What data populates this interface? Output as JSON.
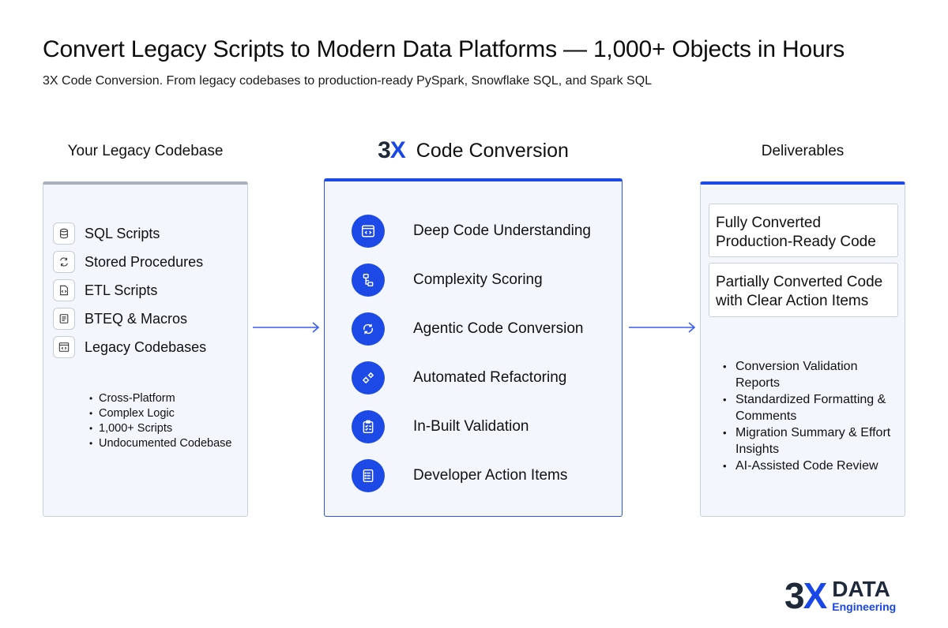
{
  "header": {
    "title": "Convert Legacy Scripts to Modern Data Platforms — 1,000+ Objects in Hours",
    "subtitle": "3X Code Conversion. From legacy codebases to production-ready PySpark, Snowflake SQL, and Spark SQL"
  },
  "left": {
    "heading": "Your Legacy Codebase",
    "items": [
      {
        "label": "SQL Scripts",
        "icon": "database-icon"
      },
      {
        "label": "Stored Procedures",
        "icon": "refresh-icon"
      },
      {
        "label": "ETL Scripts",
        "icon": "code-file-icon"
      },
      {
        "label": "BTEQ & Macros",
        "icon": "document-lines-icon"
      },
      {
        "label": "Legacy Codebases",
        "icon": "code-window-icon"
      }
    ],
    "bullets": [
      "Cross-Platform",
      "Complex Logic",
      "1,000+ Scripts",
      "Undocumented Codebase"
    ]
  },
  "middle": {
    "brand_mark": "3",
    "brand_mark_x": "X",
    "heading": "Code Conversion",
    "steps": [
      {
        "label": "Deep Code Understanding",
        "icon": "code-window-icon"
      },
      {
        "label": "Complexity Scoring",
        "icon": "hierarchy-icon"
      },
      {
        "label": "Agentic Code Conversion",
        "icon": "cycle-icon"
      },
      {
        "label": "Automated Refactoring",
        "icon": "gears-icon"
      },
      {
        "label": "In-Built Validation",
        "icon": "clipboard-check-icon"
      },
      {
        "label": "Developer Action Items",
        "icon": "list-document-icon"
      }
    ]
  },
  "right": {
    "heading": "Deliverables",
    "boxes": [
      "Fully Converted Production-Ready Code",
      "Partially Converted Code with Clear Action Items"
    ],
    "bullets": [
      "Conversion Validation Reports",
      "Standardized Formatting & Comments",
      "Migration Summary & Effort Insights",
      "AI-Assisted Code Review"
    ]
  },
  "logo": {
    "mark": "3",
    "mark_x": "X",
    "word": "DATA",
    "sub": "Engineering"
  },
  "colors": {
    "accent": "#1d4ae6",
    "panel": "#f3f6fc",
    "navy": "#1e2a3a"
  }
}
